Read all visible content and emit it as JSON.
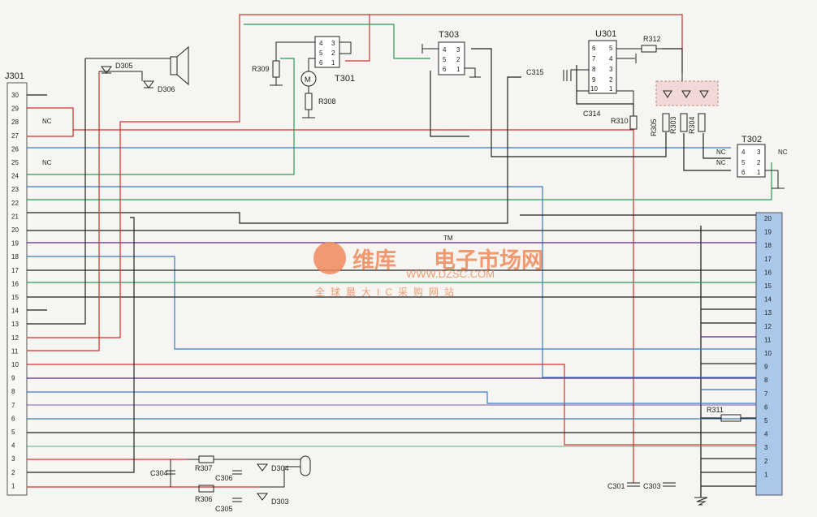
{
  "connectors": {
    "j301": {
      "name": "J301",
      "pins": [
        "30",
        "29",
        "28",
        "27",
        "26",
        "25",
        "24",
        "23",
        "22",
        "21",
        "20",
        "19",
        "18",
        "17",
        "16",
        "15",
        "14",
        "13",
        "12",
        "11",
        "10",
        "9",
        "8",
        "7",
        "6",
        "5",
        "4",
        "3",
        "2",
        "1"
      ],
      "nc_labels": [
        "NC",
        "NC"
      ]
    },
    "right": {
      "pins": [
        "20",
        "19",
        "18",
        "17",
        "16",
        "15",
        "14",
        "13",
        "12",
        "11",
        "10",
        "9",
        "8",
        "7",
        "6",
        "5",
        "4",
        "3",
        "2",
        "1"
      ]
    }
  },
  "components": {
    "d305": "D305",
    "d306": "D306",
    "d304": "D304",
    "d303": "D303",
    "r309": "R309",
    "r308": "R308",
    "r312": "R312",
    "r310": "R310",
    "r305": "R305",
    "r303": "R303",
    "r304": "R304",
    "r311": "R311",
    "r307": "R307",
    "r306": "R306",
    "c315": "C315",
    "c314": "C314",
    "c304": "C304",
    "c306": "C306",
    "c305": "C305",
    "c301": "C301",
    "c303": "C303",
    "t301": "T301",
    "t303": "T303",
    "t302": "T302",
    "u301": "U301",
    "motor": "M"
  },
  "chips": {
    "t301_pins": [
      "4",
      "3",
      "5",
      "2",
      "6",
      "1"
    ],
    "t303_pins": [
      "4",
      "3",
      "5",
      "2",
      "6",
      "1"
    ],
    "t302_pins": [
      "4",
      "3",
      "5",
      "2",
      "6",
      "1"
    ],
    "t302_nc": [
      "NC",
      "NC",
      "NC"
    ],
    "u301_pins": [
      "6",
      "5",
      "7",
      "4",
      "8",
      "3",
      "9",
      "2",
      "10",
      "1"
    ]
  },
  "watermark": {
    "brand": "维库",
    "tm": "TM",
    "title": "电子市场网",
    "url": "WWW.DZSC.COM",
    "slogan": "全球最大IC采购网站"
  }
}
